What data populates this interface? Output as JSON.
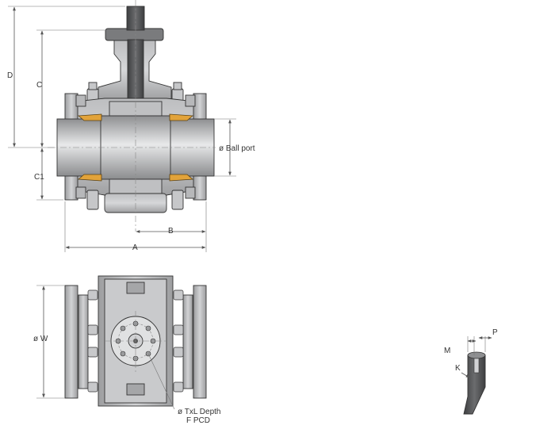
{
  "labels": {
    "D": "D",
    "C": "C",
    "C1": "C1",
    "ball_port": "ø Ball port",
    "B": "B",
    "A": "A",
    "W": "ø W",
    "depth": "ø TxL Depth",
    "pcd": "F PCD",
    "P": "P",
    "M": "M",
    "K": "K"
  },
  "colors": {
    "body": "#a8a9ab",
    "body_light": "#d4d5d7",
    "body_dark": "#6f7072",
    "stem": "#4a4b4d",
    "seat": "#e2a33a",
    "line": "#333333"
  }
}
